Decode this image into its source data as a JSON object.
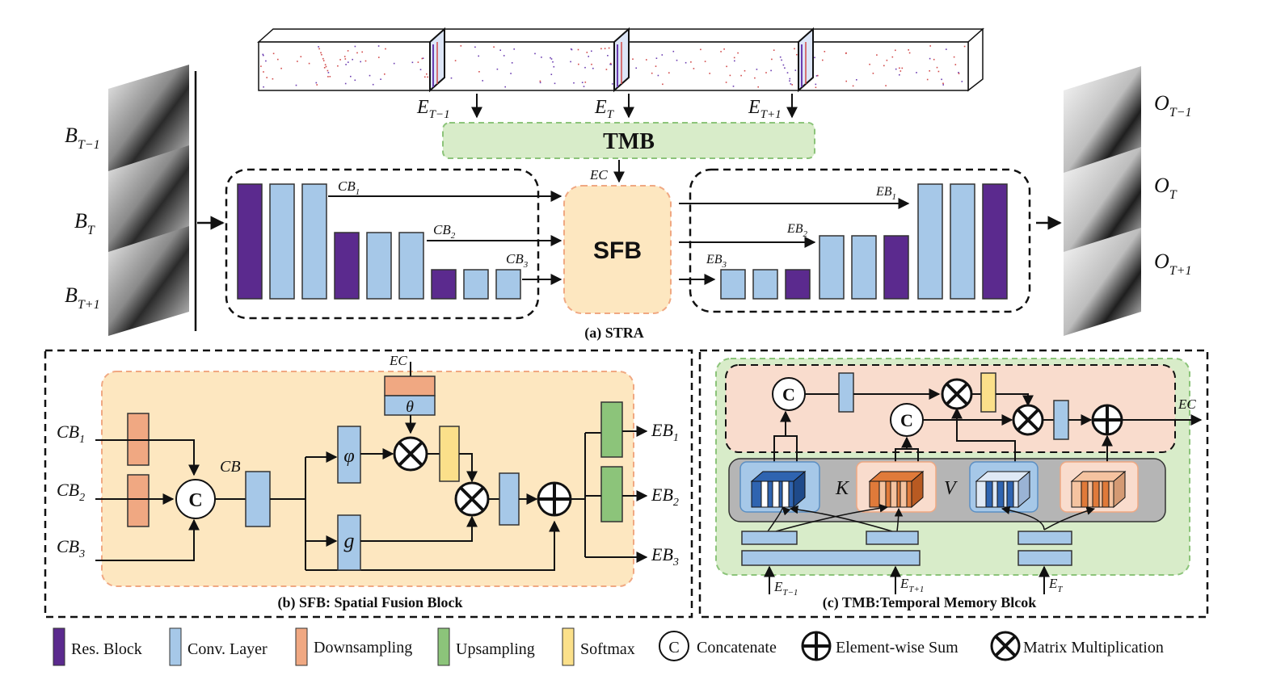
{
  "colors": {
    "res_block": "#5b2a8e",
    "conv_layer": "#a6c8e8",
    "downsampling": "#f0a882",
    "upsampling": "#8cc47a",
    "softmax": "#fbe08a",
    "tmb_fill": "#d8ecc9",
    "sfb_fill": "#fde7c0",
    "tmb_inner": "#f9dccd",
    "memory_bg": "#b5b5b5"
  },
  "strip": {
    "events": [
      {
        "base": "E",
        "sub": "T−1"
      },
      {
        "base": "E",
        "sub": "T"
      },
      {
        "base": "E",
        "sub": "T+1"
      }
    ]
  },
  "inputs": [
    {
      "base": "B",
      "sub": "T−1"
    },
    {
      "base": "B",
      "sub": "T"
    },
    {
      "base": "B",
      "sub": "T+1"
    }
  ],
  "outputs": [
    {
      "base": "O",
      "sub": "T−1"
    },
    {
      "base": "O",
      "sub": "T"
    },
    {
      "base": "O",
      "sub": "T+1"
    }
  ],
  "strra": {
    "tmb_label": "TMB",
    "sfb_label": "SFB",
    "ec_label": "EC",
    "cb": [
      {
        "base": "CB",
        "sub": "1"
      },
      {
        "base": "CB",
        "sub": "2"
      },
      {
        "base": "CB",
        "sub": "3"
      }
    ],
    "eb": [
      {
        "base": "EB",
        "sub": "1"
      },
      {
        "base": "EB",
        "sub": "2"
      },
      {
        "base": "EB",
        "sub": "3"
      }
    ],
    "caption": "(a) STRA"
  },
  "sfb_panel": {
    "caption": "(b) SFB: Spatial Fusion Block",
    "ec": "EC",
    "theta": "θ",
    "phi": "φ",
    "g": "g",
    "cb_mid": "CB",
    "concat": "C",
    "inputs": [
      {
        "base": "CB",
        "sub": "1"
      },
      {
        "base": "CB",
        "sub": "2"
      },
      {
        "base": "CB",
        "sub": "3"
      }
    ],
    "outputs": [
      {
        "base": "EB",
        "sub": "1"
      },
      {
        "base": "EB",
        "sub": "2"
      },
      {
        "base": "EB",
        "sub": "3"
      }
    ]
  },
  "tmb_panel": {
    "caption": "(c) TMB:Temporal Memory Blcok",
    "ec": "EC",
    "k": "K",
    "v": "V",
    "concat": "C",
    "events": [
      {
        "base": "E",
        "sub": "T−1"
      },
      {
        "base": "E",
        "sub": "T+1"
      },
      {
        "base": "E",
        "sub": "T"
      }
    ]
  },
  "legend": [
    {
      "key": "res",
      "label": "Res. Block"
    },
    {
      "key": "conv",
      "label": "Conv. Layer"
    },
    {
      "key": "down",
      "label": "Downsampling"
    },
    {
      "key": "up",
      "label": "Upsampling"
    },
    {
      "key": "soft",
      "label": "Softmax"
    },
    {
      "key": "concat",
      "label": "Concatenate",
      "glyph": "C"
    },
    {
      "key": "sum",
      "label": "Element-wise Sum"
    },
    {
      "key": "mul",
      "label": "Matrix Multiplication"
    }
  ]
}
